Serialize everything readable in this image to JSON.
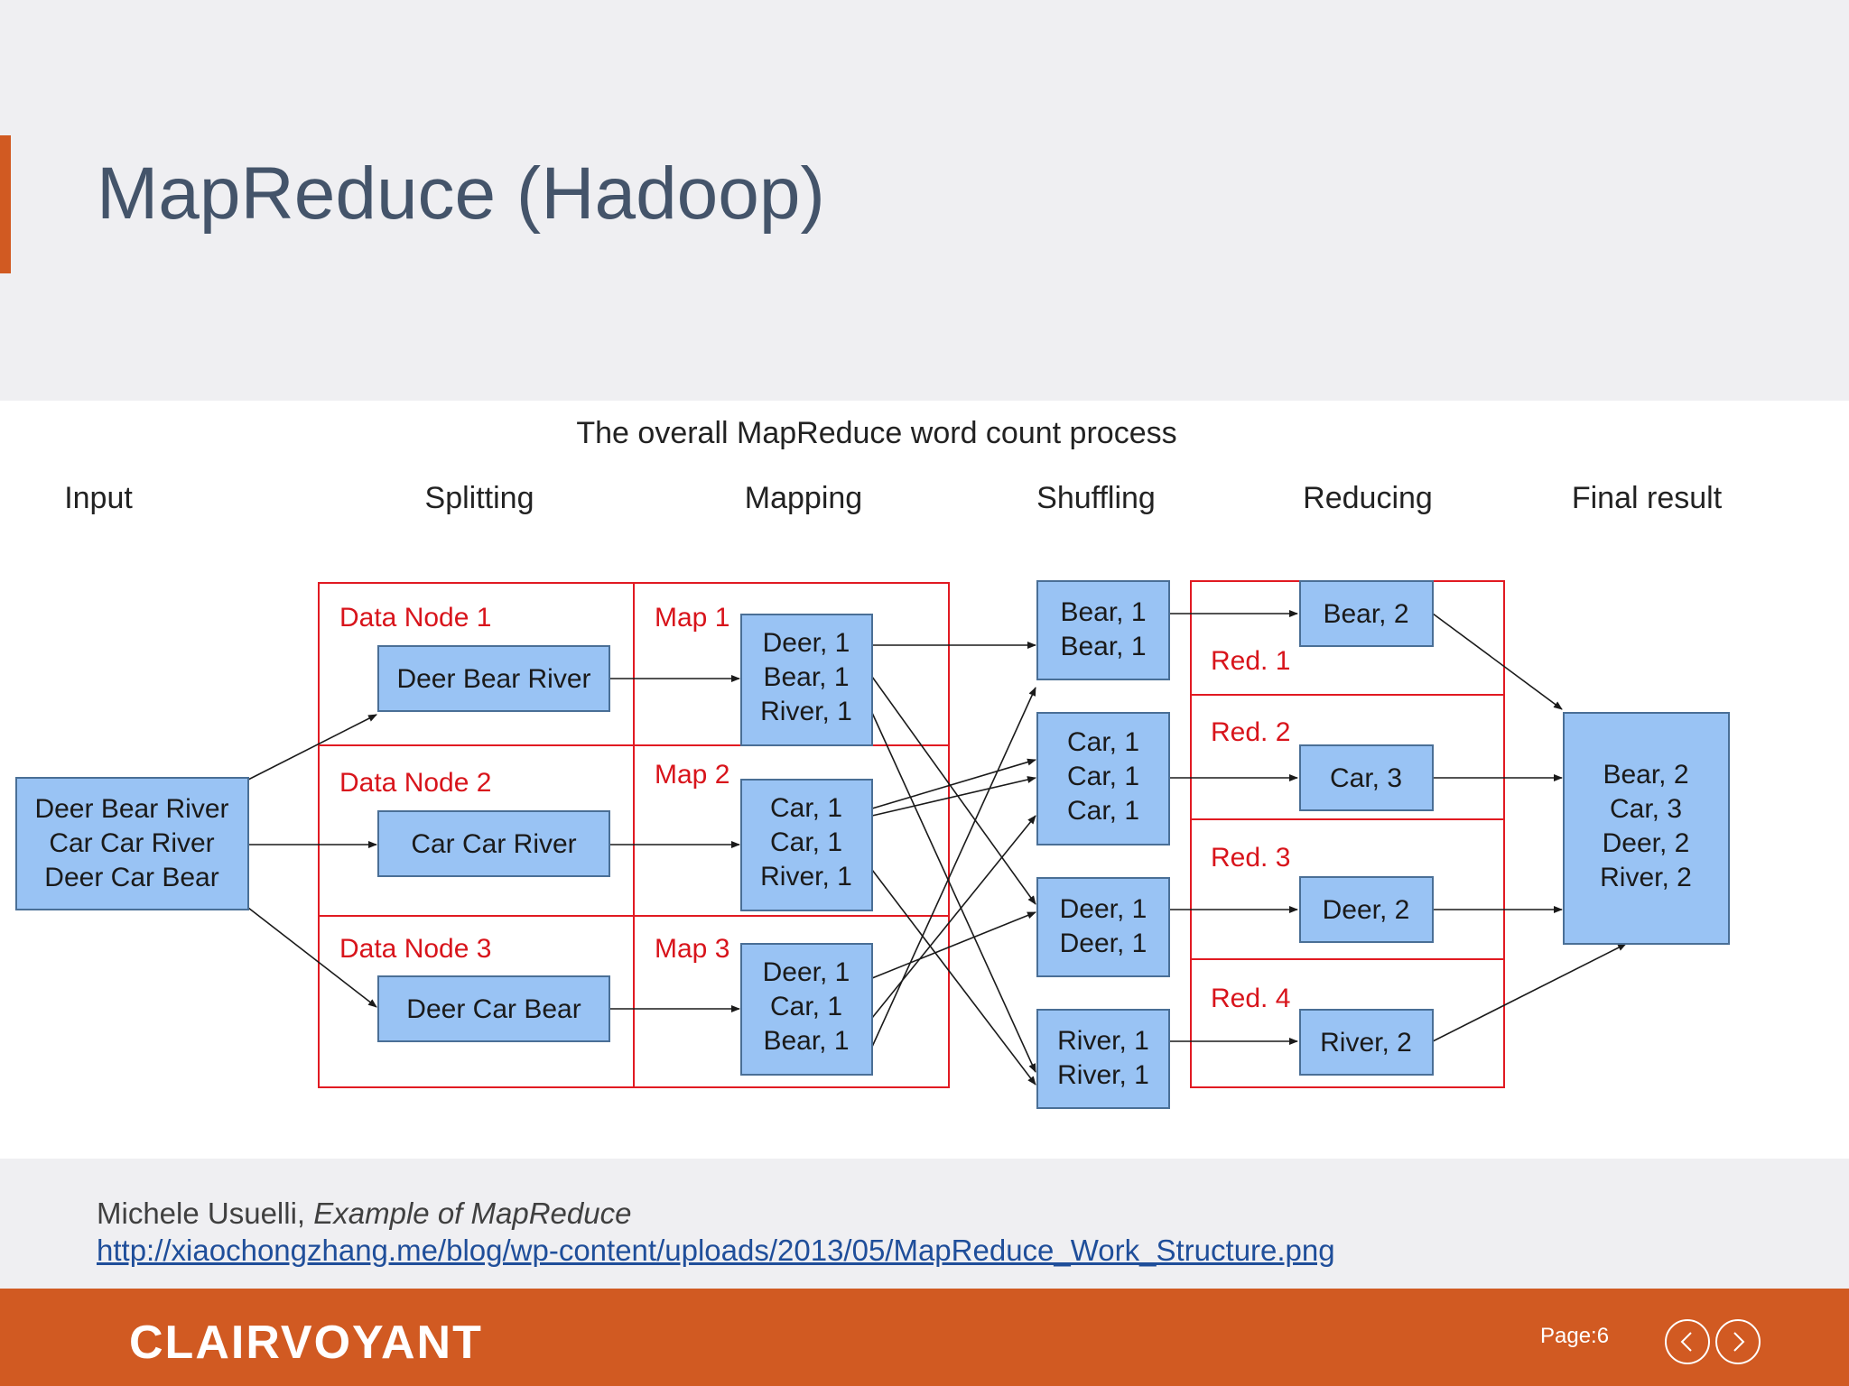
{
  "slide": {
    "title": "MapReduce (Hadoop)"
  },
  "diagram": {
    "title": "The overall MapReduce word count process",
    "stages": {
      "input": "Input",
      "splitting": "Splitting",
      "mapping": "Mapping",
      "shuffling": "Shuffling",
      "reducing": "Reducing",
      "final": "Final result"
    },
    "input_lines": [
      "Deer Bear River",
      "Car Car River",
      "Deer Car Bear"
    ],
    "splits": [
      {
        "node": "Data Node 1",
        "text": "Deer Bear River"
      },
      {
        "node": "Data Node 2",
        "text": "Car Car River"
      },
      {
        "node": "Data Node 3",
        "text": "Deer Car Bear"
      }
    ],
    "maps": [
      {
        "label": "Map 1",
        "pairs": [
          "Deer, 1",
          "Bear, 1",
          "River, 1"
        ]
      },
      {
        "label": "Map 2",
        "pairs": [
          "Car, 1",
          "Car, 1",
          "River, 1"
        ]
      },
      {
        "label": "Map 3",
        "pairs": [
          "Deer, 1",
          "Car, 1",
          "Bear, 1"
        ]
      }
    ],
    "shuffle": [
      [
        "Bear, 1",
        "Bear, 1"
      ],
      [
        "Car, 1",
        "Car, 1",
        "Car, 1"
      ],
      [
        "Deer, 1",
        "Deer, 1"
      ],
      [
        "River, 1",
        "River, 1"
      ]
    ],
    "reducers": [
      {
        "label": "Red. 1",
        "result": "Bear, 2"
      },
      {
        "label": "Red. 2",
        "result": "Car, 3"
      },
      {
        "label": "Red. 3",
        "result": "Deer, 2"
      },
      {
        "label": "Red. 4",
        "result": "River, 2"
      }
    ],
    "final_result": [
      "Bear, 2",
      "Car, 3",
      "Deer, 2",
      "River, 2"
    ],
    "colors": {
      "box_fill": "#99c3f4",
      "box_stroke": "#4a6f96",
      "group_stroke": "#e11a22",
      "group_label": "#d8141b",
      "arrow": "#1a1a1a"
    }
  },
  "credit": {
    "author": "Michele Usuelli,",
    "work": "Example of MapReduce",
    "url": "http://xiaochongzhang.me/blog/wp-content/uploads/2013/05/MapReduce_Work_Structure.png"
  },
  "footer": {
    "brand": "CLAIRVOYANT",
    "page_label": "Page:",
    "page_number": "6",
    "prev_icon": "chevron-left-icon",
    "next_icon": "chevron-right-icon"
  },
  "theme": {
    "accent": "#d15a22",
    "title_color": "#44546a"
  }
}
